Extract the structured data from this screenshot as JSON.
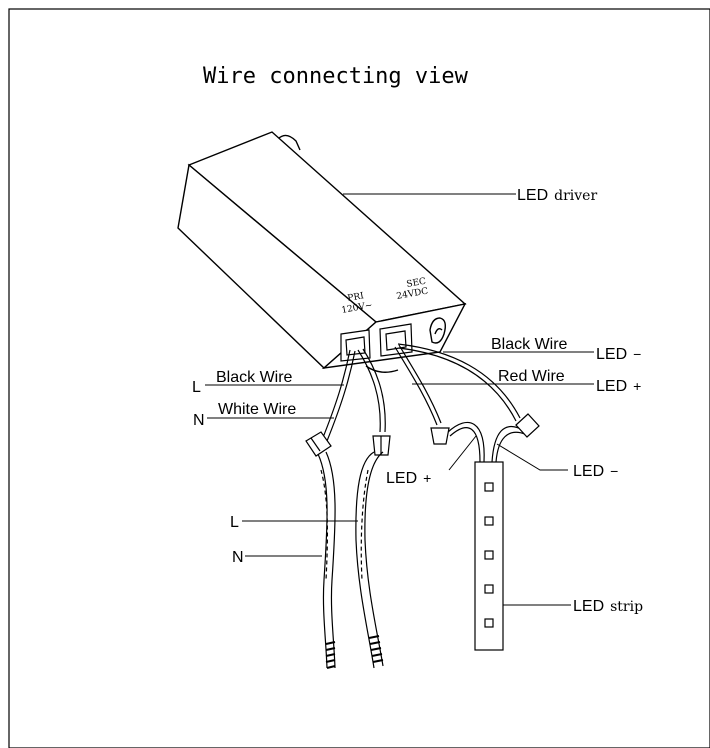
{
  "title": "Wire connecting view",
  "driver": {
    "label_prefix": "LED",
    "label_suffix": "driver",
    "pri_line1": "PRI",
    "pri_line2": "120V~",
    "sec_line1": "SEC",
    "sec_line2": "24VDC"
  },
  "labels": {
    "black_wire_left": "Black Wire",
    "white_wire": "White Wire",
    "L": "L",
    "N": "N",
    "black_wire_right": "Black Wire",
    "red_wire": "Red Wire",
    "led_minus_top": "LED",
    "led_plus_top": "LED",
    "led_plus_mid": "LED",
    "led_minus_mid": "LED",
    "cable_L": "L",
    "cable_N": "N",
    "strip_prefix": "LED",
    "strip_suffix": "strip",
    "minus_sign": "−",
    "plus_sign": "+"
  }
}
